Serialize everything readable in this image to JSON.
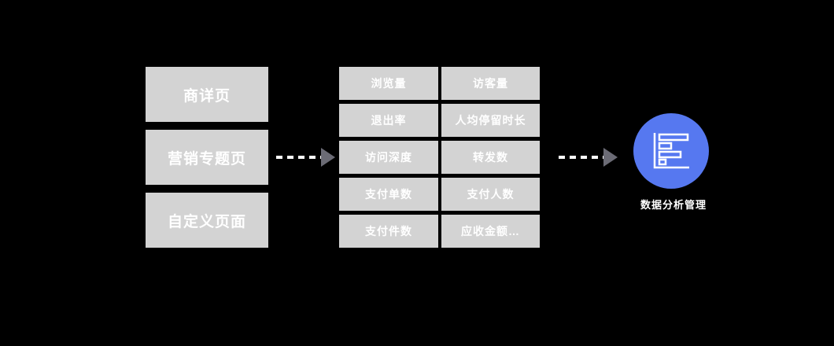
{
  "pages": {
    "items": [
      "商详页",
      "营销专题页",
      "自定义页面"
    ]
  },
  "metrics": {
    "items": [
      "浏览量",
      "访客量",
      "退出率",
      "人均停留时长",
      "访问深度",
      "转发数",
      "支付单数",
      "支付人数",
      "支付件数",
      "应收金额…"
    ]
  },
  "target": {
    "label": "数据分析管理",
    "icon": "horizontal-bar-chart-icon"
  },
  "colors": {
    "background": "#000000",
    "box_gray": "#d3d3d3",
    "box_text": "#ffffff",
    "arrow_dash": "#ffffff",
    "arrow_head": "#6b6b75",
    "circle_blue": "#5678f0",
    "label_text": "#ffffff"
  }
}
